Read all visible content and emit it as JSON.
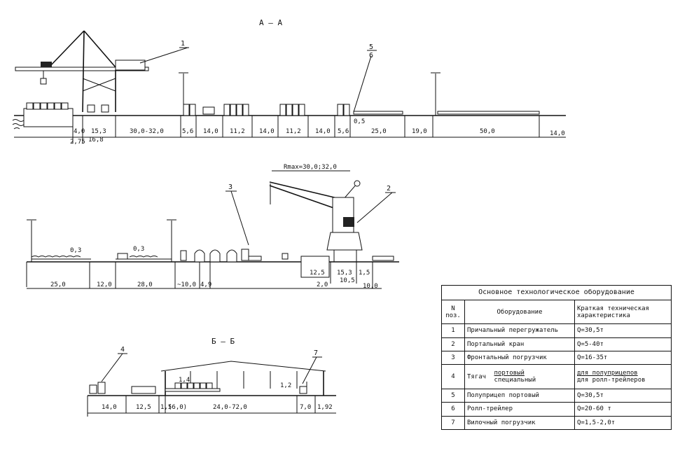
{
  "sections": {
    "aa": "А — А",
    "bb": "Б — Б"
  },
  "callouts": {
    "c1": "1",
    "c2": "2",
    "c3": "3",
    "c4": "4",
    "c56_top": "5",
    "c56_bot": "6",
    "c7": "7"
  },
  "aa_dims": [
    "4,0",
    "15,3",
    "30,0-32,0",
    "5,6",
    "14,0",
    "11,2",
    "14,0",
    "11,2",
    "14,0",
    "5,6",
    "25,0",
    "19,0",
    "50,0",
    "14,0"
  ],
  "aa_sub": [
    "2,75",
    "16,8"
  ],
  "aa_small": "0,5",
  "mid_dims": [
    "25,0",
    "12,0",
    "28,0",
    "~10,0",
    "4,9",
    "12,5",
    "15,3",
    "1,5",
    "10,0"
  ],
  "mid_sub": [
    "2,0",
    "10,5"
  ],
  "mid_small": [
    "0,3",
    "0,3"
  ],
  "rmax": "Rmax=30,0;32,0",
  "bb_dims": [
    "14,0",
    "12,5",
    "24,0-72,0",
    "7,0",
    "1,92"
  ],
  "bb_small": [
    "1,4",
    "1,2",
    "1,5",
    "(6,0)"
  ],
  "table": {
    "caption": "Основное технологическое оборудование",
    "headers": [
      "N поз.",
      "Оборудование",
      "Краткая техническая характеристика"
    ],
    "rows": [
      {
        "n": "1",
        "eq": "Причальный перегружатель",
        "spec": "Q=30,5т"
      },
      {
        "n": "2",
        "eq": "Портальный кран",
        "spec": "Q=5-40т"
      },
      {
        "n": "3",
        "eq": "Фронтальный погрузчик",
        "spec": "Q=16-35т"
      },
      {
        "n": "4",
        "eq": "Тягач",
        "eq_a": "портовый",
        "eq_b": "специальный",
        "spec": "для полуприцепов",
        "spec_b": "для ролл-трейлеров"
      },
      {
        "n": "5",
        "eq": "Полуприцеп портовый",
        "spec": "Q=30,5т"
      },
      {
        "n": "6",
        "eq": "Ролл-трейлер",
        "spec": "Q=20-60 т"
      },
      {
        "n": "7",
        "eq": "Вилочный погрузчик",
        "spec": "Q=1,5-2,0т"
      }
    ]
  }
}
